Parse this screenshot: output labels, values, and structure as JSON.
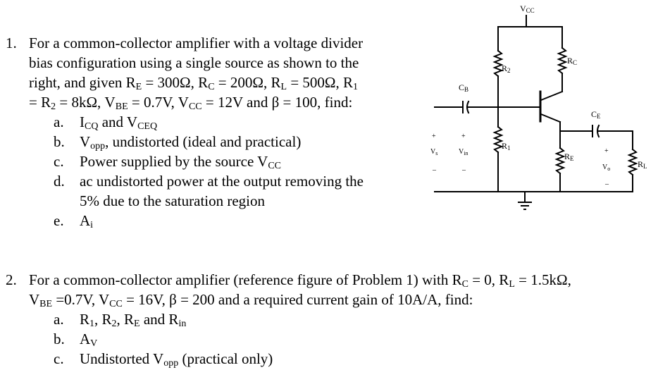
{
  "problem1": {
    "number": "1.",
    "lines": [
      "For a common-collector amplifier with a voltage divider",
      "bias configuration using a single source as shown to the",
      "right, and given R",
      "= R"
    ],
    "line3": {
      "a": "right, and given R",
      "sub_e": "E",
      "b": " = 300Ω, R",
      "sub_c": "C",
      "c": " = 200Ω, R",
      "sub_l": "L",
      "d": " = 500Ω, R",
      "sub_1": "1"
    },
    "line4": {
      "a": "= R",
      "sub_2": "2",
      "b": " = 8kΩ, V",
      "sub_be": "BE",
      "c": " = 0.7V, V",
      "sub_cc": "CC",
      "d": " = 12V and β = 100, find:"
    },
    "items": [
      {
        "letter": "a.",
        "a": "I",
        "sub1": "CQ",
        "b": " and V",
        "sub2": "CEQ"
      },
      {
        "letter": "b.",
        "a": "V",
        "sub1": "opp",
        "b": ", undistorted (ideal and practical)"
      },
      {
        "letter": "c.",
        "a": "Power supplied by the source V",
        "sub1": "CC"
      },
      {
        "letter": "d.",
        "a": "ac undistorted power at the output removing the",
        "cont": "5% due to the saturation region"
      },
      {
        "letter": "e.",
        "a": "A",
        "sub1": "i"
      }
    ]
  },
  "problem2": {
    "number": "2.",
    "line1": {
      "a": "For a common-collector amplifier (reference figure of Problem 1) with R",
      "sub_c": "C",
      "b": " = 0, R",
      "sub_l": "L",
      "c": " = 1.5kΩ,"
    },
    "line2": {
      "a": "V",
      "sub_be": "BE",
      "b": " =0.7V, V",
      "sub_cc": "CC",
      "c": " = 16V, β = 200 and a required current gain of 10A/A, find:"
    },
    "items": [
      {
        "letter": "a.",
        "a": "R",
        "s1": "1",
        "b": ", R",
        "s2": "2",
        "c": ", R",
        "s3": "E",
        "d": " and R",
        "s4": "in"
      },
      {
        "letter": "b.",
        "a": "A",
        "s1": "V"
      },
      {
        "letter": "c.",
        "a": "Undistorted V",
        "s1": "opp",
        "b": " (practical only)"
      }
    ]
  },
  "circuit": {
    "vcc_main": "V",
    "vcc_sub": "CC",
    "r2": "R",
    "r2_sub": "2",
    "rc": "R",
    "rc_sub": "C",
    "cb": "C",
    "cb_sub": "B",
    "ce": "C",
    "ce_sub": "E",
    "r1": "R",
    "r1_sub": "1",
    "re": "R",
    "re_sub": "E",
    "rl": "R",
    "rl_sub": "L",
    "vs": "V",
    "vs_sub": "s",
    "vin": "V",
    "vin_sub": "in",
    "vo": "V",
    "vo_sub": "o",
    "plus": "+",
    "minus": "–"
  }
}
